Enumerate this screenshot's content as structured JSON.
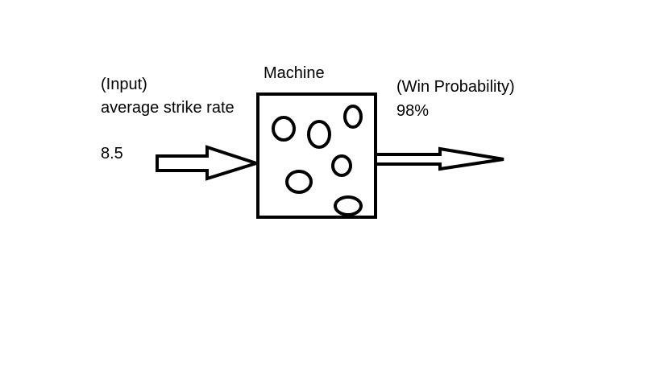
{
  "input": {
    "heading": "(Input)",
    "name": "average strike rate",
    "value": "8.5"
  },
  "machine": {
    "label": "Machine"
  },
  "output": {
    "heading": "(Win Probability)",
    "value": "98%"
  },
  "colors": {
    "stroke": "#000000",
    "background": "#ffffff"
  }
}
